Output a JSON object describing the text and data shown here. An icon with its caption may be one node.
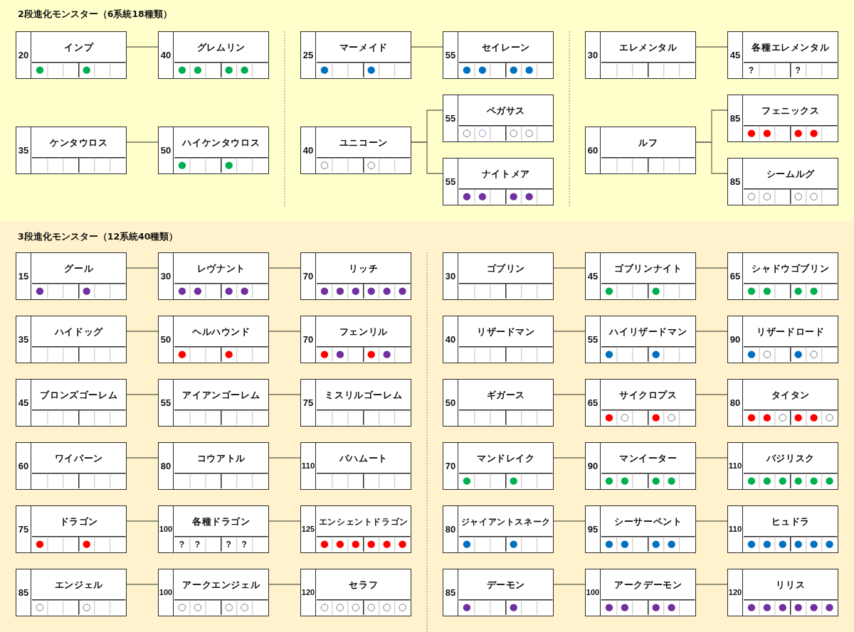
{
  "diagram": {
    "nodes": [
      {
        "text": [
          "2段進化モンスター（6系統18種類）"
        ]
      },
      {
        "text": [
          "20",
          "インプ"
        ],
        "in": 0
      },
      {
        "text": [
          "40",
          "グレムリン"
        ],
        "in": 0
      },
      {
        "text": [
          "35",
          "ケンタウロス"
        ],
        "in": 0
      },
      {
        "text": [
          "50",
          "ハイケンタウロス"
        ],
        "in": 0
      },
      {
        "text": [
          "25",
          "マーメイド"
        ],
        "in": 0
      },
      {
        "text": [
          "55",
          "セイレーン"
        ],
        "in": 0
      },
      {
        "text": [
          "40",
          "ユニコーン"
        ],
        "in": 0
      },
      {
        "text": [
          "55",
          "ペガサス"
        ],
        "in": 0
      },
      {
        "text": [
          "55",
          "ナイトメア"
        ],
        "in": 0
      },
      {
        "text": [
          "30",
          "エレメンタル"
        ],
        "in": 0
      },
      {
        "text": [
          "45",
          "各種エレメンタル",
          "?",
          "?"
        ],
        "in": 0
      },
      {
        "text": [
          "60",
          "ルフ"
        ],
        "in": 0
      },
      {
        "text": [
          "85",
          "フェニックス"
        ],
        "in": 0
      },
      {
        "text": [
          "85",
          "シームルグ"
        ],
        "in": 0
      },
      {
        "text": [
          "3段進化モンスター（12系統40種類）"
        ]
      },
      {
        "text": [
          "15",
          "グール"
        ],
        "in": 15
      },
      {
        "text": [
          "30",
          "レヴナント"
        ],
        "in": 15
      },
      {
        "text": [
          "70",
          "リッチ"
        ],
        "in": 15
      },
      {
        "text": [
          "35",
          "ハイドッグ"
        ],
        "in": 15
      },
      {
        "text": [
          "50",
          "ヘルハウンド"
        ],
        "in": 15
      },
      {
        "text": [
          "70",
          "フェンリル"
        ],
        "in": 15
      },
      {
        "text": [
          "45",
          "ブロンズゴーレム"
        ],
        "in": 15
      },
      {
        "text": [
          "55",
          "アイアンゴーレム"
        ],
        "in": 15
      },
      {
        "text": [
          "75",
          "ミスリルゴーレム"
        ],
        "in": 15
      },
      {
        "text": [
          "60",
          "ワイバーン"
        ],
        "in": 15
      },
      {
        "text": [
          "80",
          "コウアトル"
        ],
        "in": 15
      },
      {
        "text": [
          "110",
          "バハムート"
        ],
        "in": 15
      },
      {
        "text": [
          "75",
          "ドラゴン"
        ],
        "in": 15
      },
      {
        "text": [
          "100",
          "各種ドラゴン",
          "?",
          "?",
          "?",
          "?"
        ],
        "in": 15
      },
      {
        "text": [
          "125",
          "エンシェントドラゴン"
        ],
        "in": 15
      },
      {
        "text": [
          "85",
          "エンジェル"
        ],
        "in": 15
      },
      {
        "text": [
          "100",
          "アークエンジェル"
        ],
        "in": 15
      },
      {
        "text": [
          "120",
          "セラフ"
        ],
        "in": 15
      },
      {
        "text": [
          "30",
          "ゴブリン"
        ],
        "in": 15
      },
      {
        "text": [
          "45",
          "ゴブリンナイト"
        ],
        "in": 15
      },
      {
        "text": [
          "65",
          "シャドウゴブリン"
        ],
        "in": 15
      },
      {
        "text": [
          "40",
          "リザードマン"
        ],
        "in": 15
      },
      {
        "text": [
          "55",
          "ハイリザードマン"
        ],
        "in": 15
      },
      {
        "text": [
          "90",
          "リザードロード"
        ],
        "in": 15
      },
      {
        "text": [
          "50",
          "ギガース"
        ],
        "in": 15
      },
      {
        "text": [
          "65",
          "サイクロプス"
        ],
        "in": 15
      },
      {
        "text": [
          "80",
          "タイタン"
        ],
        "in": 15
      },
      {
        "text": [
          "70",
          "マンドレイク"
        ],
        "in": 15
      },
      {
        "text": [
          "90",
          "マンイーター"
        ],
        "in": 15
      },
      {
        "text": [
          "110",
          "バジリスク"
        ],
        "in": 15
      },
      {
        "text": [
          "80",
          "ジャイアントスネーク"
        ],
        "in": 15
      },
      {
        "text": [
          "95",
          "シーサーペント"
        ],
        "in": 15
      },
      {
        "text": [
          "110",
          "ヒュドラ"
        ],
        "in": 15
      },
      {
        "text": [
          "85",
          "デーモン"
        ],
        "in": 15
      },
      {
        "text": [
          "100",
          "アークデーモン"
        ],
        "in": 15
      },
      {
        "text": [
          "120",
          "リリス"
        ],
        "in": 15
      }
    ],
    "edges": [
      {
        "from": 1,
        "to": 2,
        "arrow": "none"
      },
      {
        "from": 3,
        "to": 4,
        "arrow": "none"
      },
      {
        "from": 5,
        "to": 6,
        "arrow": "none"
      },
      {
        "from": 7,
        "to": 8,
        "arrow": "none"
      },
      {
        "from": 7,
        "to": 9,
        "arrow": "none"
      },
      {
        "from": 10,
        "to": 11,
        "arrow": "none"
      },
      {
        "from": 12,
        "to": 13,
        "arrow": "none"
      },
      {
        "from": 12,
        "to": 14,
        "arrow": "none"
      },
      {
        "from": 16,
        "to": 17,
        "arrow": "none"
      },
      {
        "from": 17,
        "to": 18,
        "arrow": "none"
      },
      {
        "from": 19,
        "to": 20,
        "arrow": "none"
      },
      {
        "from": 20,
        "to": 21,
        "arrow": "none"
      },
      {
        "from": 22,
        "to": 23,
        "arrow": "none"
      },
      {
        "from": 23,
        "to": 24,
        "arrow": "none"
      },
      {
        "from": 25,
        "to": 26,
        "arrow": "none"
      },
      {
        "from": 26,
        "to": 27,
        "arrow": "none"
      },
      {
        "from": 28,
        "to": 29,
        "arrow": "none"
      },
      {
        "from": 29,
        "to": 30,
        "arrow": "none"
      },
      {
        "from": 31,
        "to": 32,
        "arrow": "none"
      },
      {
        "from": 32,
        "to": 33,
        "arrow": "none"
      },
      {
        "from": 34,
        "to": 35,
        "arrow": "none"
      },
      {
        "from": 35,
        "to": 36,
        "arrow": "none"
      },
      {
        "from": 37,
        "to": 38,
        "arrow": "none"
      },
      {
        "from": 38,
        "to": 39,
        "arrow": "none"
      },
      {
        "from": 40,
        "to": 41,
        "arrow": "none"
      },
      {
        "from": 41,
        "to": 42,
        "arrow": "none"
      },
      {
        "from": 43,
        "to": 44,
        "arrow": "none"
      },
      {
        "from": 44,
        "to": 45,
        "arrow": "none"
      },
      {
        "from": 46,
        "to": 47,
        "arrow": "none"
      },
      {
        "from": 47,
        "to": 48,
        "arrow": "none"
      },
      {
        "from": 49,
        "to": 50,
        "arrow": "none"
      },
      {
        "from": 50,
        "to": 51,
        "arrow": "none"
      }
    ]
  }
}
